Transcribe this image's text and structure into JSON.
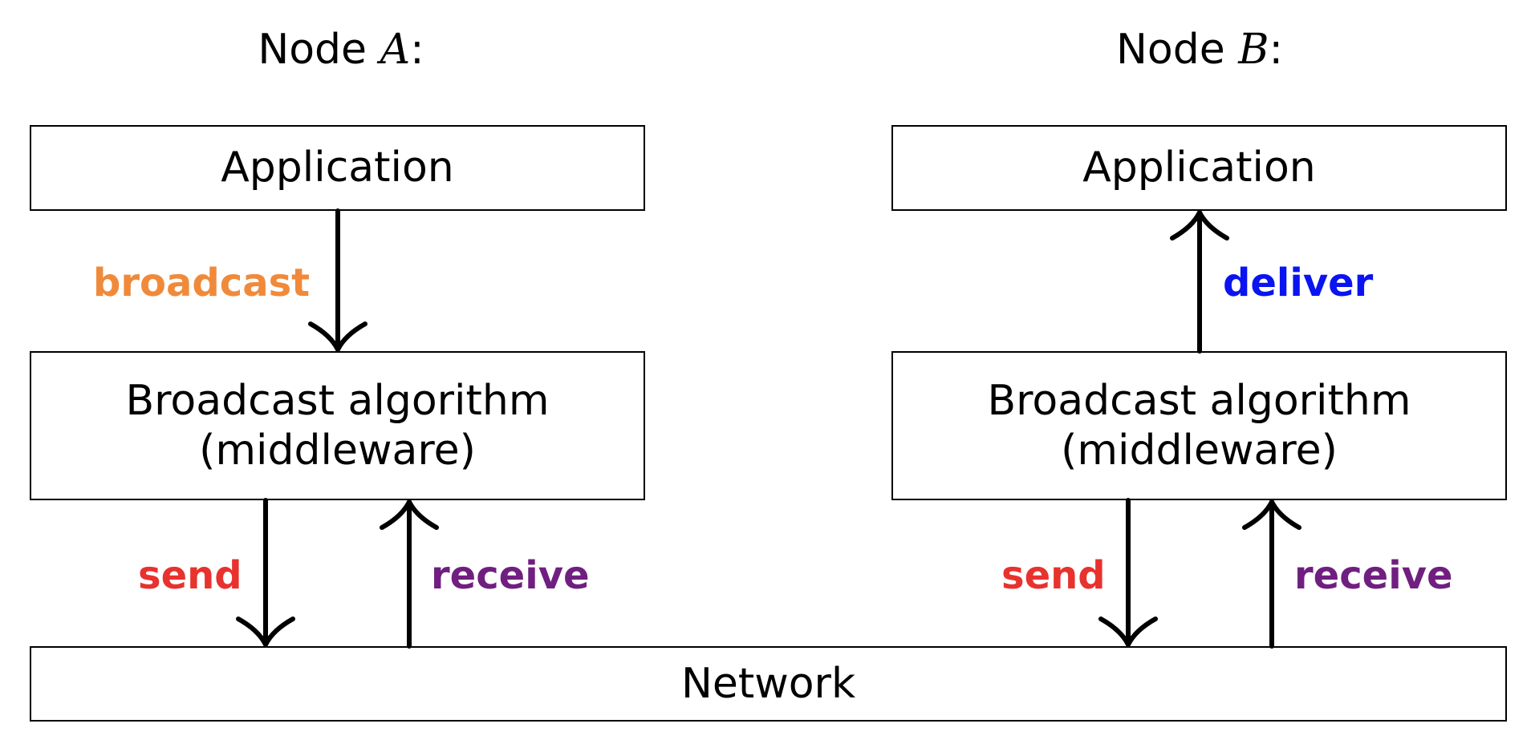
{
  "nodes": {
    "a": {
      "title_prefix": "Node ",
      "title_var": "A",
      "title_suffix": ":",
      "application": "Application",
      "middleware_line1": "Broadcast algorithm",
      "middleware_line2": "(middleware)",
      "broadcast_label": "broadcast",
      "send_label": "send",
      "receive_label": "receive"
    },
    "b": {
      "title_prefix": "Node ",
      "title_var": "B",
      "title_suffix": ":",
      "application": "Application",
      "middleware_line1": "Broadcast algorithm",
      "middleware_line2": "(middleware)",
      "deliver_label": "deliver",
      "send_label": "send",
      "receive_label": "receive"
    }
  },
  "network": {
    "label": "Network"
  },
  "colors": {
    "broadcast": "#f08a3a",
    "deliver": "#0a14f0",
    "send": "#e8322e",
    "receive": "#701f80",
    "line": "#000000"
  }
}
